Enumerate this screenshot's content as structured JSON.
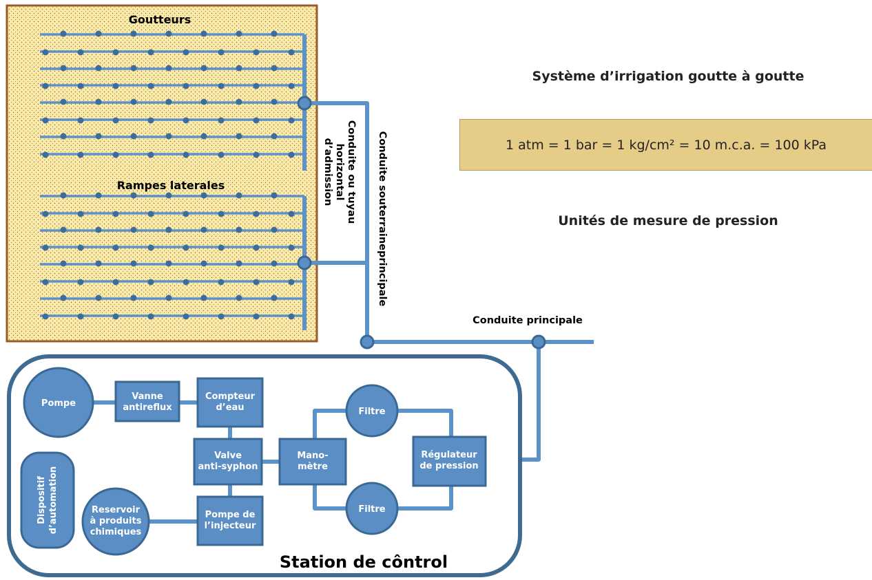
{
  "title": "Système d’irrigation goutte à goutte",
  "units_formula": "1 atm = 1 bar = 1 kg/cm² = 10 m.c.a. = 100 kPa",
  "units_caption": "Unités de mesure de pression",
  "field": {
    "emitters_label": "Goutteurs",
    "laterals_label": "Rampes laterales",
    "intake_pipe_label": [
      "Conduite ou tuyau",
      "horizontal",
      "d’admission"
    ],
    "underground_pipe_label": "Conduite souterraineprincipale",
    "main_pipe_label": "Conduite principale"
  },
  "station": {
    "title": "Station de côntrol",
    "pump": "Pompe",
    "backflow_valve": [
      "Vanne",
      "antireflux"
    ],
    "water_meter": [
      "Compteur",
      "d’eau"
    ],
    "anti_siphon": [
      "Valve",
      "anti-syphon"
    ],
    "injector_pump": [
      "Pompe de",
      "l’injecteur"
    ],
    "chem_tank": [
      "Reservoir",
      "à produits",
      "chimiques"
    ],
    "automation": [
      "Dispositif",
      "d’automation"
    ],
    "pressure_gauge": [
      "Mano-",
      "mètre"
    ],
    "filter_top": "Filtre",
    "filter_bottom": "Filtre",
    "pressure_regulator": [
      "Régulateur",
      "de pression"
    ]
  },
  "colors": {
    "pipe": "#5b92c9",
    "node": "#5a8ec4",
    "node_stroke": "#3a6895",
    "frame": "#3f6b93",
    "soil": "#fbeaa9",
    "soil_border": "#9a5a2a",
    "dots": "#3d6e99",
    "unit_box": "#e5cd88"
  }
}
